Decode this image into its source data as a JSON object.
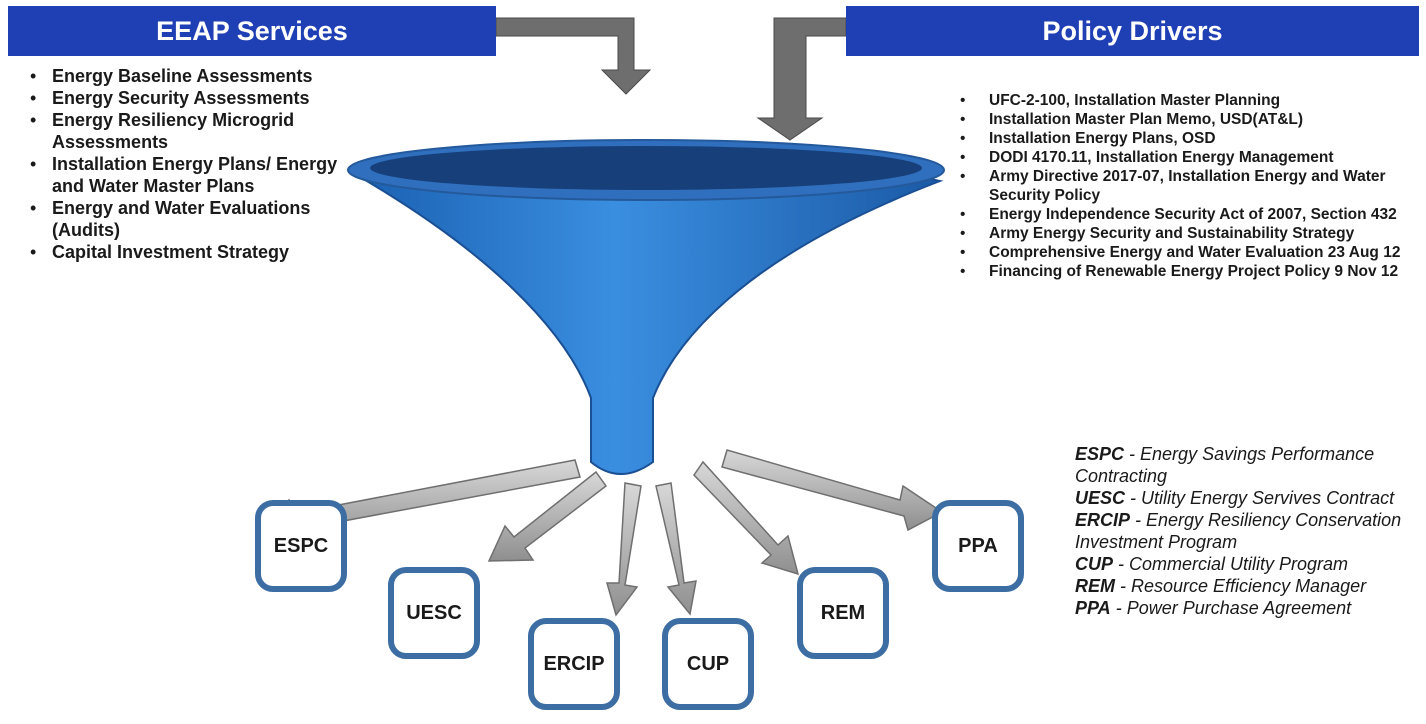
{
  "eeap_services": {
    "title": "EEAP Services",
    "items": [
      "Energy Baseline Assessments",
      "Energy Security Assessments",
      "Energy Resiliency Microgrid Assessments",
      "Installation Energy Plans/ Energy and Water Master Plans",
      "Energy and Water Evaluations (Audits)",
      "Capital Investment Strategy"
    ]
  },
  "policy_drivers": {
    "title": "Policy Drivers",
    "items": [
      "UFC-2-100, Installation Master Planning",
      "Installation Master Plan Memo, USD(AT&L)",
      "Installation Energy Plans, OSD",
      "DODI 4170.11, Installation Energy Management",
      "Army Directive 2017-07, Installation Energy and Water Security Policy",
      "Energy Independence Security Act of 2007, Section 432",
      "Army Energy Security and Sustainability Strategy",
      "Comprehensive Energy and Water Evaluation 23 Aug 12",
      "Financing of Renewable Energy Project Policy 9 Nov 12"
    ]
  },
  "programs": [
    "ESPC",
    "UESC",
    "ERCIP",
    "CUP",
    "REM",
    "PPA"
  ],
  "legend": [
    {
      "abbr": "ESPC",
      "meaning": "Energy Savings Performance Contracting"
    },
    {
      "abbr": "UESC",
      "meaning": "Utility Energy Servives Contract"
    },
    {
      "abbr": "ERCIP",
      "meaning": "Energy Resiliency Conservation Investment Program"
    },
    {
      "abbr": "CUP",
      "meaning": "Commercial Utility Program"
    },
    {
      "abbr": "REM",
      "meaning": "Resource Efficiency Manager"
    },
    {
      "abbr": "PPA",
      "meaning": "Power Purchase Agreement"
    }
  ],
  "colors": {
    "header_bg": "#1f3fb5",
    "funnel_blue": "#2f7ed0",
    "box_border": "#3d6ea3",
    "arrow_gray": "#8a8a8a"
  }
}
